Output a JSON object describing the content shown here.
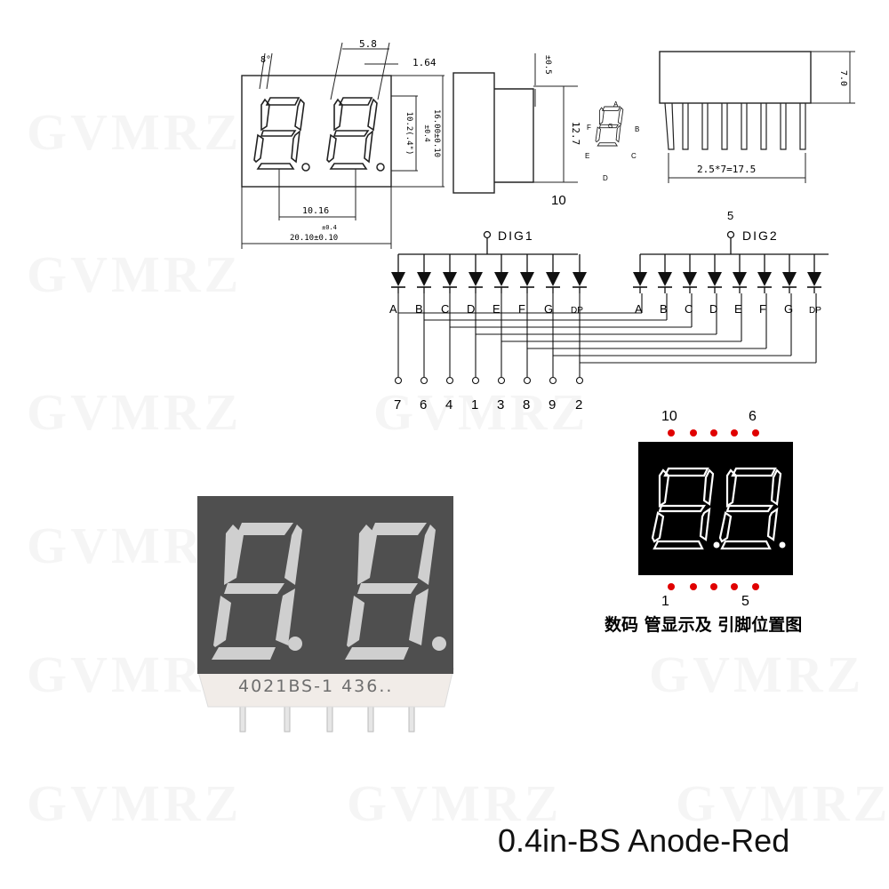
{
  "watermark": "GVMRZ",
  "dimension_drawing": {
    "dims": {
      "angle": "8°",
      "digit_pitch_top": "5.8",
      "seg_offset": "1.64",
      "dp_tol": "±0.5",
      "digit_height": "10.2(.4\")",
      "body_height_a": "±0.4",
      "body_height_b": "16.00±0.10",
      "pitch": "10.16",
      "width_a": "±0.4",
      "width_b": "20.10±0.10",
      "side_height": "12.7",
      "side_depth": "10",
      "pin_height": "7.0",
      "pin_span": "2.5*7=17.5"
    },
    "segment_labels": [
      "A",
      "B",
      "C",
      "D",
      "E",
      "F",
      "G"
    ]
  },
  "schematic": {
    "dig1_label": "DIG1",
    "dig2_label": "DIG2",
    "dig2_pin": "5",
    "segments": [
      "A",
      "B",
      "C",
      "D",
      "E",
      "F",
      "G",
      "DP"
    ],
    "pin_numbers": [
      "7",
      "6",
      "4",
      "1",
      "3",
      "8",
      "9",
      "2"
    ]
  },
  "chip": {
    "part_label": "4021BS-1 436.."
  },
  "pinout": {
    "top_left": "10",
    "top_right": "6",
    "bottom_left": "1",
    "bottom_right": "5",
    "caption_cn": "数码 管显示及 引脚位置图"
  },
  "caption": "0.4in-BS Anode-Red",
  "colors": {
    "pin_dot": "#e00000",
    "display_bg": "#000000",
    "segment_white": "#ffffff",
    "chip_body": "#4f4f4f",
    "chip_segment": "#cfcfcf",
    "line": "#111111"
  }
}
